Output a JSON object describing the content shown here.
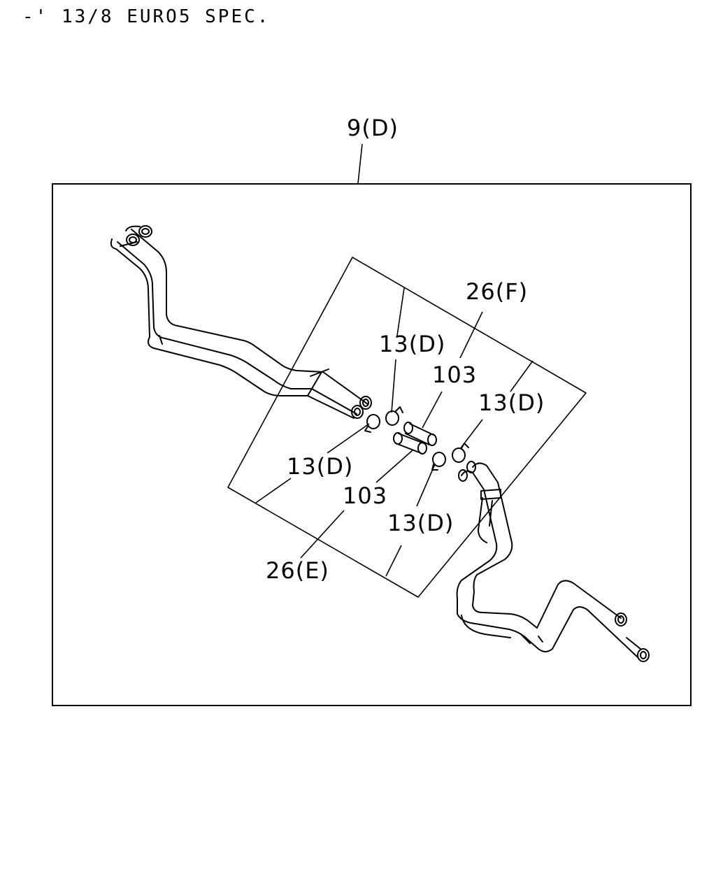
{
  "header": {
    "spec_note": "-' 13/8 EURO5 SPEC."
  },
  "callouts": {
    "assembly": "9(D)",
    "clamp_upper_left": "13(D)",
    "clamp_upper_right": "13(D)",
    "clamp_lower_left": "13(D)",
    "clamp_lower_right": "13(D)",
    "hose_upper": "103",
    "hose_lower": "103",
    "kit_f": "26(F)",
    "kit_e": "26(E)"
  }
}
